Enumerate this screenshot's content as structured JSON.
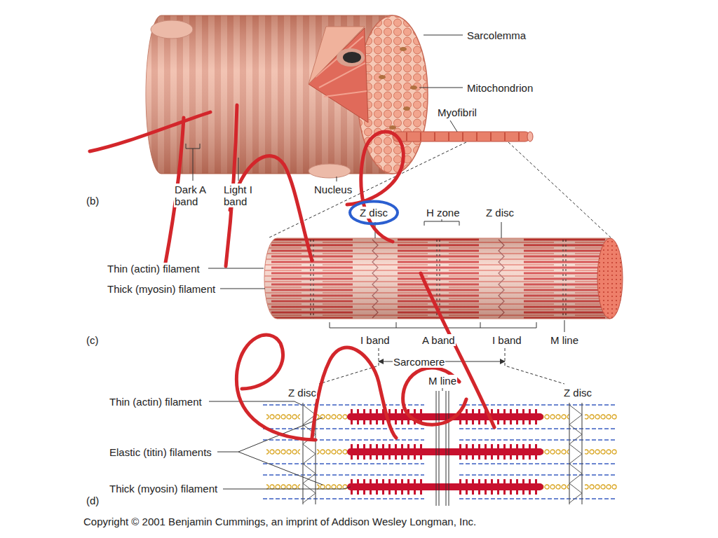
{
  "diagram": {
    "caption": "Copyright © 2001 Benjamin Cummings, an imprint of Addison Wesley Longman, Inc.",
    "labels": [
      "Sarcolemma",
      "Mitochondrion",
      "Myofibril",
      "Dark A band",
      "Light I band",
      "Nucleus",
      "(b)",
      "Z disc",
      "H zone",
      "Z disc",
      "Thin (actin) filament",
      "Thick (myosin) filament",
      "(c)",
      "I band",
      "A band",
      "I band",
      "M line",
      "Sarcomere",
      "M line",
      "Z disc",
      "Z disc",
      "Thin (actin) filament",
      "Elastic (titin) filaments",
      "Thick (myosin) filament",
      "(d)"
    ]
  }
}
